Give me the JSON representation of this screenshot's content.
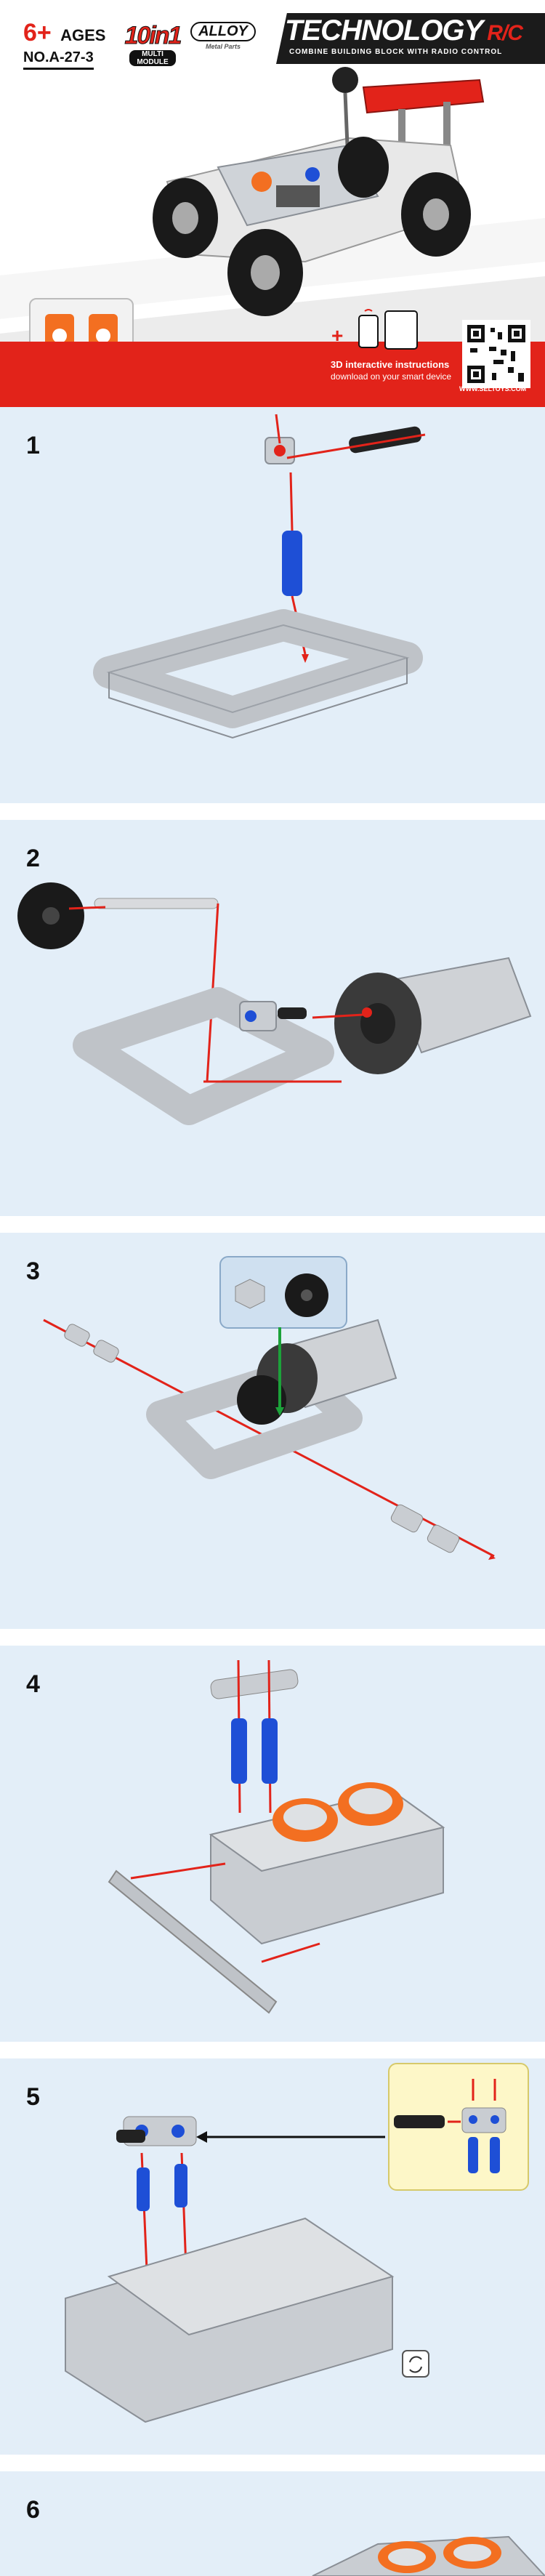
{
  "header": {
    "age_number": "6+",
    "age_label": "AGES",
    "model_number": "NO.A-27-3",
    "badge_10in1": "10in1",
    "badge_10in1_sub": "MULTI MODULE",
    "badge_alloy": "ALLOY",
    "badge_alloy_sub": "Metal Parts",
    "brand_title": "TECHNOLOGY",
    "brand_rc": "R/C",
    "brand_subtitle": "COMBINE BUILDING BLOCK WITH RADIO CONTROL",
    "instructions_title": "3D interactive instructions",
    "instructions_sub": "download on your smart device",
    "website": "WWW.SELTOYS.COM",
    "plus_sign": "+"
  },
  "steps": [
    {
      "number": "1"
    },
    {
      "number": "2"
    },
    {
      "number": "3"
    },
    {
      "number": "4"
    },
    {
      "number": "5"
    },
    {
      "number": "6"
    }
  ],
  "colors": {
    "brand_red": "#e2231a",
    "step_background": "#e3eef8",
    "arrow_red": "#e2231a",
    "pin_blue": "#1e4fd6",
    "motor_orange": "#f36f21",
    "beam_grey": "#bfc3c8"
  },
  "icons": [
    "remote-control-icon",
    "phone-icon",
    "tablet-icon",
    "qr-code",
    "rotate-model-icon"
  ]
}
